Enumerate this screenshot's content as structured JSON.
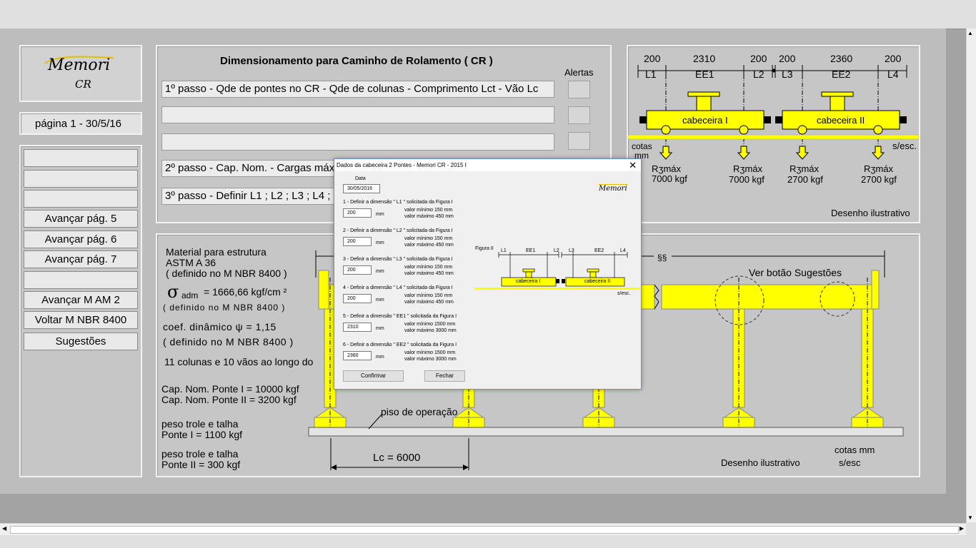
{
  "sidebar": {
    "logo_text": "Memori",
    "logo_sub": "CR",
    "page_label": "página 1 -   30/5/16",
    "buttons": [
      "",
      "",
      "",
      "Avançar pág. 5",
      "Avançar pág. 6",
      "Avançar pág. 7",
      "",
      "Avançar M AM 2",
      "Voltar M  NBR  8400",
      "Sugestões"
    ]
  },
  "header": {
    "title": "Dimensionamento para Caminho de Rolamento ( CR )",
    "alerts_label": "Alertas",
    "steps": [
      "1º passo - Qde de pontes no CR - Qde de colunas - Comprimento Lct - Vão Lc",
      "",
      "",
      "2º passo - Cap. Nom. - Cargas máx",
      "3º passo - Definir L1 ; L2 ; L3 ; L4 ;"
    ]
  },
  "top_diagram": {
    "dims": [
      "200",
      "2310",
      "200",
      "200",
      "2360",
      "200"
    ],
    "labels": [
      "L1",
      "EE1",
      "L2",
      "L3",
      "EE2",
      "L4"
    ],
    "cab1": "cabeceira I",
    "cab2": "cabeceira II",
    "cotas": "cotas",
    "mm": "mm",
    "sesc": "s/esc.",
    "r3": "Rʒmáx",
    "loads": [
      "7000 kgf",
      "7000 kgf",
      "2700 kgf",
      "2700 kgf"
    ],
    "caption": "Desenho ilustrativo"
  },
  "main": {
    "material_title": "Material para estrutura",
    "material": "ASTM A 36",
    "defined1": "( definido no M NBR 8400 )",
    "sigma_symbol": "σ",
    "sigma_sub": "adm",
    "sigma_value": "= 1666,66 kgf/cm ²",
    "defined2": "( definido no M NBR 8400 )",
    "coef": "coef. dinâmico ψ = 1,15",
    "defined3": "( definido no M NBR 8400 )",
    "columns": "11 colunas e 10 vãos ao longo do",
    "cap1": "Cap. Nom. Ponte I = 10000 kgf",
    "cap2": "Cap. Nom. Ponte II = 3200 kgf",
    "peso1_title": "peso trole e talha",
    "peso1": "Ponte I = 1100 kgf",
    "peso2_title": "peso trole e talha",
    "peso2": "Ponte II = 300 kgf",
    "ver_botao": "Ver botão Sugestões",
    "piso": "piso de operação",
    "lc": "Lc = 6000",
    "cotas_mm": "cotas mm",
    "caption": "Desenho ilustrativo",
    "sesc": "s/esc"
  },
  "dialog": {
    "title": "Dados da cabeceira 2 Pontes - Memori CR - 2015 I",
    "logo": "Memori",
    "date_label": "Data",
    "date": "30/05/2016",
    "unit": "mm",
    "items": [
      {
        "label": "1 - Definir a dimensão \" L1 \" solicitada da Figura I",
        "value": "200",
        "min": "valor mínimo   150 mm",
        "max": "valor máximo   450 mm"
      },
      {
        "label": "2 - Definir a dimensão \" L2 \" solicitada da Figura I",
        "value": "200",
        "min": "valor mínimo   150 mm",
        "max": "valor máximo   450 mm"
      },
      {
        "label": "3 - Definir a dimensão \" L3 \" solicitada da Figura I",
        "value": "200",
        "min": "valor mínimo   150 mm",
        "max": "valor máximo   450 mm"
      },
      {
        "label": "4 - Definir a dimensão \" L4 \" solicitada da Figura I",
        "value": "200",
        "min": "valor mínimo   150 mm",
        "max": "valor máximo   450 mm"
      },
      {
        "label": "5 - Definir a dimensão \" EE1 \" solicitada da Figura I",
        "value": "2310",
        "min": "valor mínimo   1500 mm",
        "max": "valor máximo   3000 mm"
      },
      {
        "label": "6 - Definir a dimensão \" EE2 \" solicitada da Figura I",
        "value": "2360",
        "min": "valor mínimo   1500 mm",
        "max": "valor máximo   3000 mm"
      }
    ],
    "figure_label": "Figura II",
    "fig_labels": [
      "L1",
      "EE1",
      "L2",
      "L3",
      "EE2",
      "L4"
    ],
    "fig_cab1": "cabeceira I",
    "fig_cab2": "cabeceira II",
    "fig_sesc": "s/esc.",
    "confirm": "Confirmar",
    "close": "Fechar"
  },
  "colors": {
    "yellow": "#ffff00",
    "panel": "#c6c6c6",
    "frame": "#a3a3a3"
  }
}
